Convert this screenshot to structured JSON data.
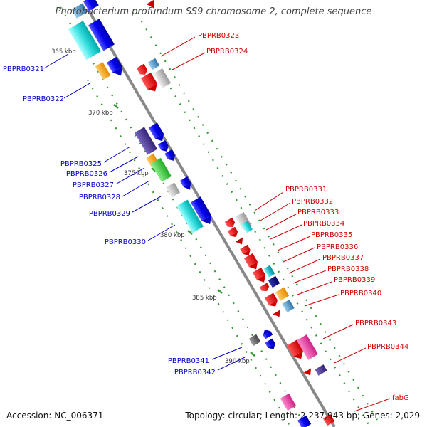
{
  "title": "Photobacterium profundum SS9 chromosome 2, complete sequence",
  "accession": "Accession: NC_006371",
  "topology": "Topology: circular; Length: 2,237,943 bp; Genes: 2,029",
  "ticks": [
    "365 kbp",
    "370 kbp",
    "375 kbp",
    "380 kbp",
    "385 kbp",
    "390 kbp"
  ],
  "left_genes": [
    "PBPRB0321",
    "PBPRB0322",
    "PBPRB0325",
    "PBPRB0326",
    "PBPRB0327",
    "PBPRB0328",
    "PBPRB0329",
    "PBPRB0330",
    "PBPRB0341",
    "PBPRB0342"
  ],
  "right_genes": [
    "PBPRB0323",
    "PBPRB0324",
    "PBPRB0331",
    "PBPRB0332",
    "PBPRB0333",
    "PBPRB0334",
    "PBPRB0335",
    "PBPRB0336",
    "PBPRB0337",
    "PBPRB0338",
    "PBPRB0339",
    "PBPRB0340",
    "PBPRB0343",
    "PBPRB0344",
    "fabG"
  ],
  "colors": {
    "left_label": "#0000cc",
    "right_label": "#cc0000",
    "backbone": "#888888",
    "tick": "#339933"
  }
}
